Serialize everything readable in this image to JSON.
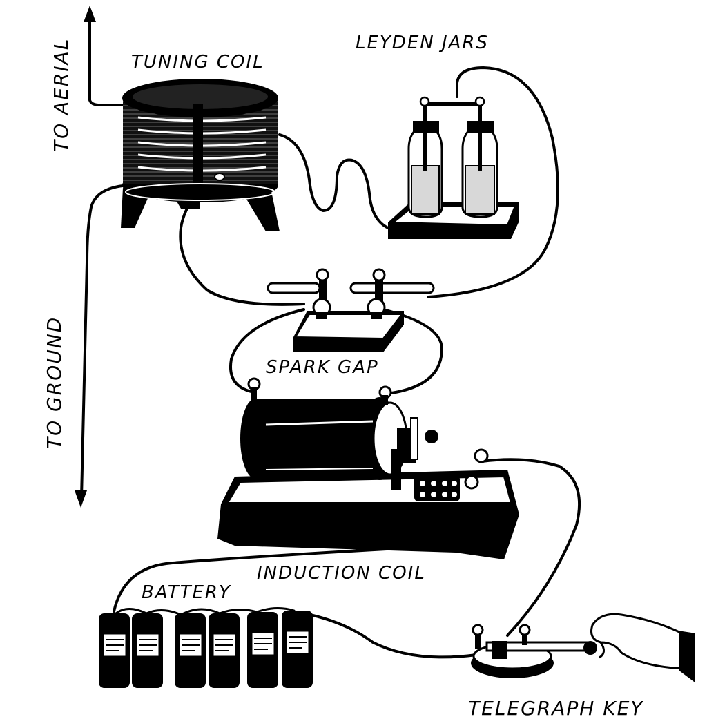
{
  "labels": {
    "tuning_coil": "TUNING COIL",
    "leyden_jars": "LEYDEN JARS",
    "to_aerial": "TO AERIAL",
    "to_ground": "TO GROUND",
    "spark_gap": "SPARK GAP",
    "induction_coil": "INDUCTION COIL",
    "battery": "BATTERY",
    "telegraph_key": "TELEGRAPH KEY"
  }
}
